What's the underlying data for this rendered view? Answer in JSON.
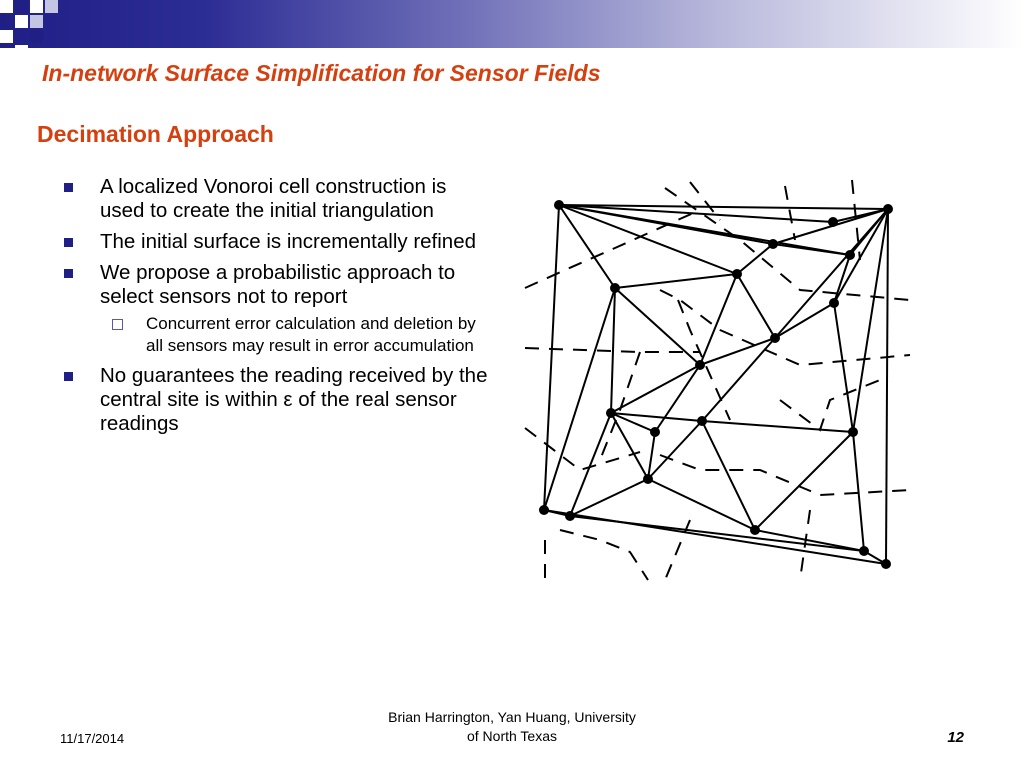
{
  "slide": {
    "title": "In-network Surface Simplification for Sensor Fields",
    "subtitle": "Decimation Approach",
    "colors": {
      "accent": "#d4400f",
      "band": "#1f1f86",
      "bullet": "#1f1f86"
    }
  },
  "bullets": [
    {
      "text": "A localized Vonoroi cell construction is used to create the initial triangulation"
    },
    {
      "text": "The initial surface is incrementally refined"
    },
    {
      "text": "We propose a probabilistic approach to select sensors not to report",
      "sub": [
        "Concurrent error calculation and deletion by all sensors may result in error accumulation"
      ]
    },
    {
      "text": "No guarantees the reading received by the central site is within ε of the real sensor readings"
    }
  ],
  "footer": {
    "date": "11/17/2014",
    "author_line1": "Brian Harrington, Yan Huang, University",
    "author_line2": "of North Texas",
    "page": "12"
  }
}
